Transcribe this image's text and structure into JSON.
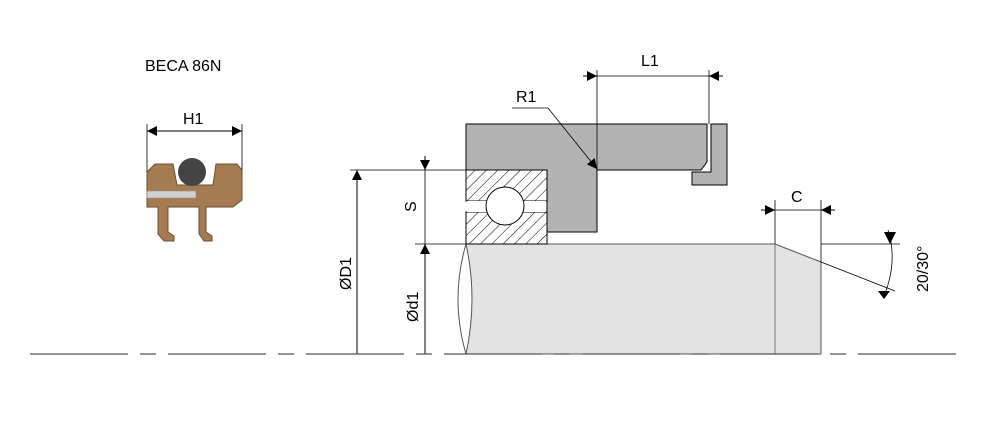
{
  "title": "BECA 86N",
  "labels": {
    "h1": "H1",
    "l1": "L1",
    "r1": "R1",
    "s": "S",
    "od1_big": "ØD1",
    "od1_small": "Ød1",
    "c": "C",
    "angle": "20/30°"
  },
  "colors": {
    "seal": "#a57c52",
    "housing": "#b3b3b3",
    "shaft": "#e3e3e3",
    "ball": "#444444"
  }
}
